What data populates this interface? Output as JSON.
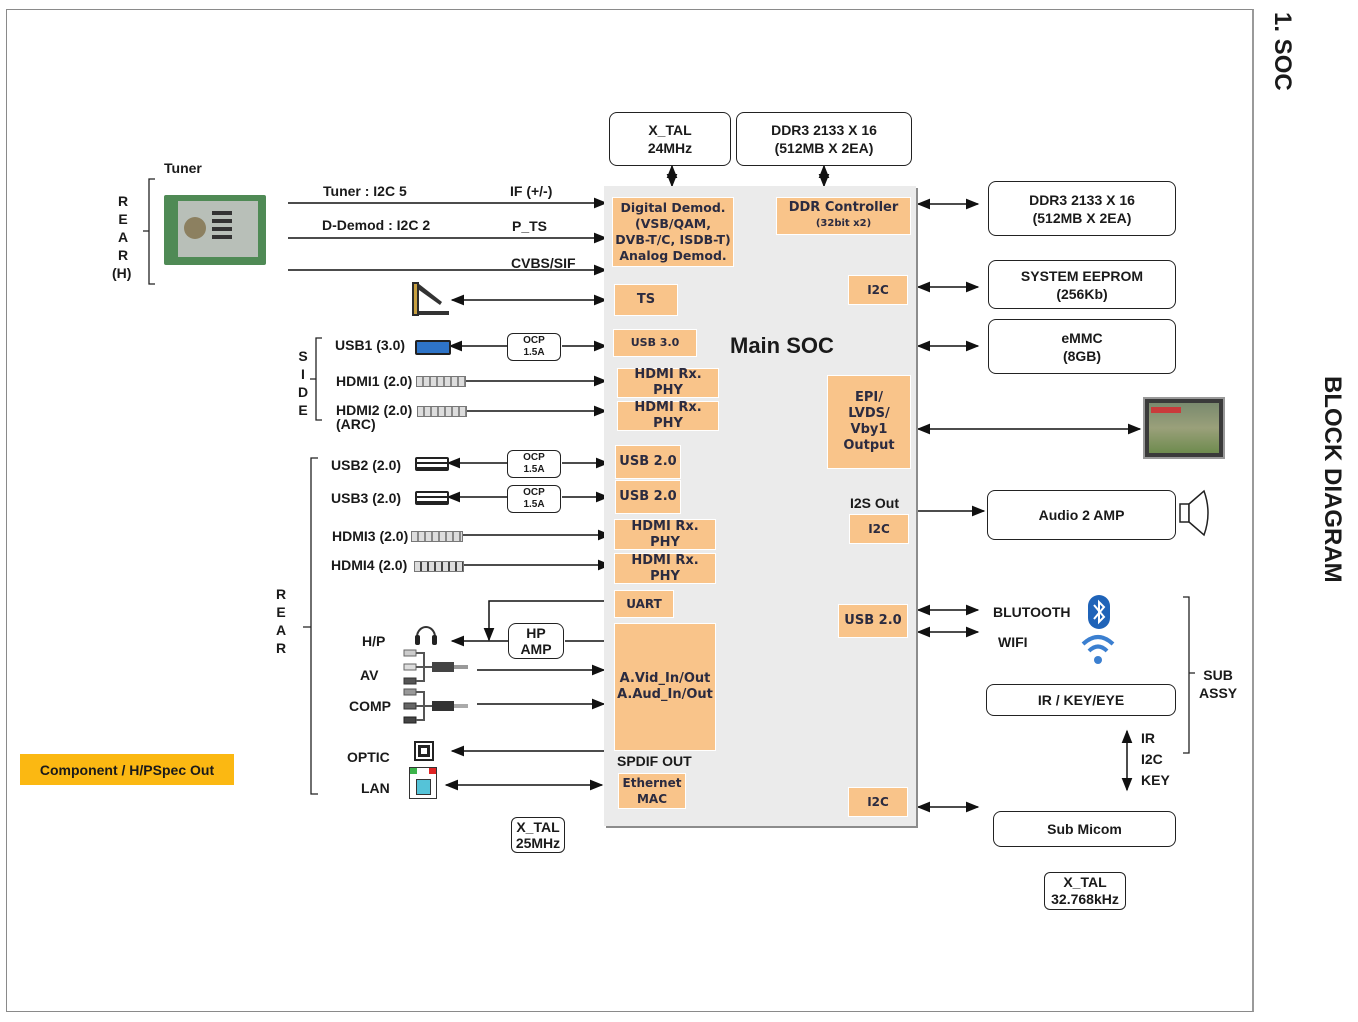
{
  "page": {
    "section_title": "1. SOC",
    "diagram_title": "BLOCK DIAGRAM"
  },
  "soc": {
    "title": "Main SOC",
    "blocks": {
      "demod": [
        "Digital Demod.",
        "(VSB/QAM,",
        "DVB-T/C, ISDB-T)",
        "Analog Demod."
      ],
      "ddr_ctrl": [
        "DDR Controller",
        "(32bit x2)"
      ],
      "ts": "TS",
      "usb30": "USB 3.0",
      "hdmi_rx_1": "HDMI Rx. PHY",
      "hdmi_rx_2": "HDMI Rx. PHY",
      "usb20_1": "USB 2.0",
      "usb20_2": "USB 2.0",
      "hdmi_rx_3": "HDMI Rx. PHY",
      "hdmi_rx_4": "HDMI Rx. PHY",
      "uart": "UART",
      "analog_io": [
        "A.Vid_In/Out",
        "A.Aud_In/Out"
      ],
      "spdif_label": "SPDIF OUT",
      "ethernet": [
        "Ethernet",
        "MAC"
      ],
      "i2c_eeprom": "I2C",
      "epi_output": [
        "EPI/",
        "LVDS/",
        "Vby1",
        "Output"
      ],
      "i2s_label": "I2S Out",
      "i2c_audio": "I2C",
      "usb20_right": "USB 2.0",
      "i2c_micom": "I2C"
    }
  },
  "top": {
    "xtal": [
      "X_TAL",
      "24MHz"
    ],
    "ddr": [
      "DDR3 2133 X 16",
      "(512MB X 2EA)"
    ]
  },
  "left": {
    "tuner_title": "Tuner",
    "rear_h": [
      "R",
      "E",
      "A",
      "R",
      "(H)"
    ],
    "signals": {
      "tuner_i2c": "Tuner : I2C 5",
      "if": "IF (+/-)",
      "demod_i2c": "D-Demod : I2C 2",
      "pts": "P_TS",
      "cvbs": "CVBS/SIF"
    },
    "side": [
      "S",
      "I",
      "D",
      "E"
    ],
    "side_ports": [
      {
        "label": "USB1 (3.0)",
        "ocp": [
          "OCP",
          "1.5A"
        ]
      },
      {
        "label": "HDMI1 (2.0)"
      },
      {
        "label": "HDMI2 (2.0)",
        "sub": "(ARC)"
      }
    ],
    "rear": [
      "R",
      "E",
      "A",
      "R"
    ],
    "rear_ports": [
      {
        "label": "USB2 (2.0)",
        "ocp": [
          "OCP",
          "1.5A"
        ]
      },
      {
        "label": "USB3 (2.0)",
        "ocp": [
          "OCP",
          "1.5A"
        ]
      },
      {
        "label": "HDMI3 (2.0)"
      },
      {
        "label": "HDMI4 (2.0)"
      },
      {
        "label": "H/P"
      },
      {
        "label": "AV"
      },
      {
        "label": "COMP"
      },
      {
        "label": "OPTIC"
      },
      {
        "label": "LAN"
      }
    ],
    "hp_amp": [
      "HP",
      "AMP"
    ],
    "xtal_eth": [
      "X_TAL",
      "25MHz"
    ],
    "note_badge": "Component / H/PSpec Out"
  },
  "right": {
    "ddr": [
      "DDR3  2133 X 16",
      "(512MB X 2EA)"
    ],
    "eeprom": [
      "SYSTEM EEPROM",
      "(256Kb)"
    ],
    "emmc": [
      "eMMC",
      "(8GB)"
    ],
    "audio_amp": "Audio 2 AMP",
    "bluetooth": "BLUTOOTH",
    "wifi": "WIFI",
    "ir_key_eye": "IR / KEY/EYE",
    "sub_assy": [
      "SUB",
      "ASSY"
    ],
    "link_labels": [
      "IR",
      "I2C",
      "KEY"
    ],
    "sub_micom": "Sub Micom",
    "xtal_micom": [
      "X_TAL",
      "32.768kHz"
    ]
  },
  "colors": {
    "soc_block": "#f9c48a",
    "soc_body": "#ebebeb",
    "badge": "#fbb812",
    "bluetooth": "#1f63b8",
    "wifi": "#3b7fd0"
  }
}
